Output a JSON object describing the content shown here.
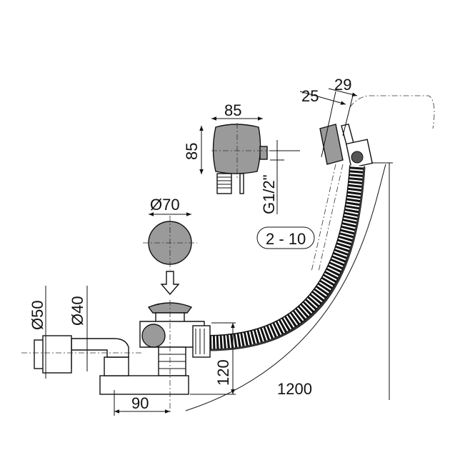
{
  "drawing": {
    "labels": {
      "overflow_width": "85",
      "overflow_height": "85",
      "thread": "G1/2\"",
      "cap_diameter": "Ø70",
      "dim_25": "25",
      "dim_29": "29",
      "wall_range": "2 - 10",
      "outlet_d50": "Ø50",
      "outlet_d40": "Ø40",
      "height_120": "120",
      "offset_90": "90",
      "hose_length": "1200"
    },
    "colors": {
      "part_fill": "#9a9a9a",
      "line": "#111111"
    }
  }
}
